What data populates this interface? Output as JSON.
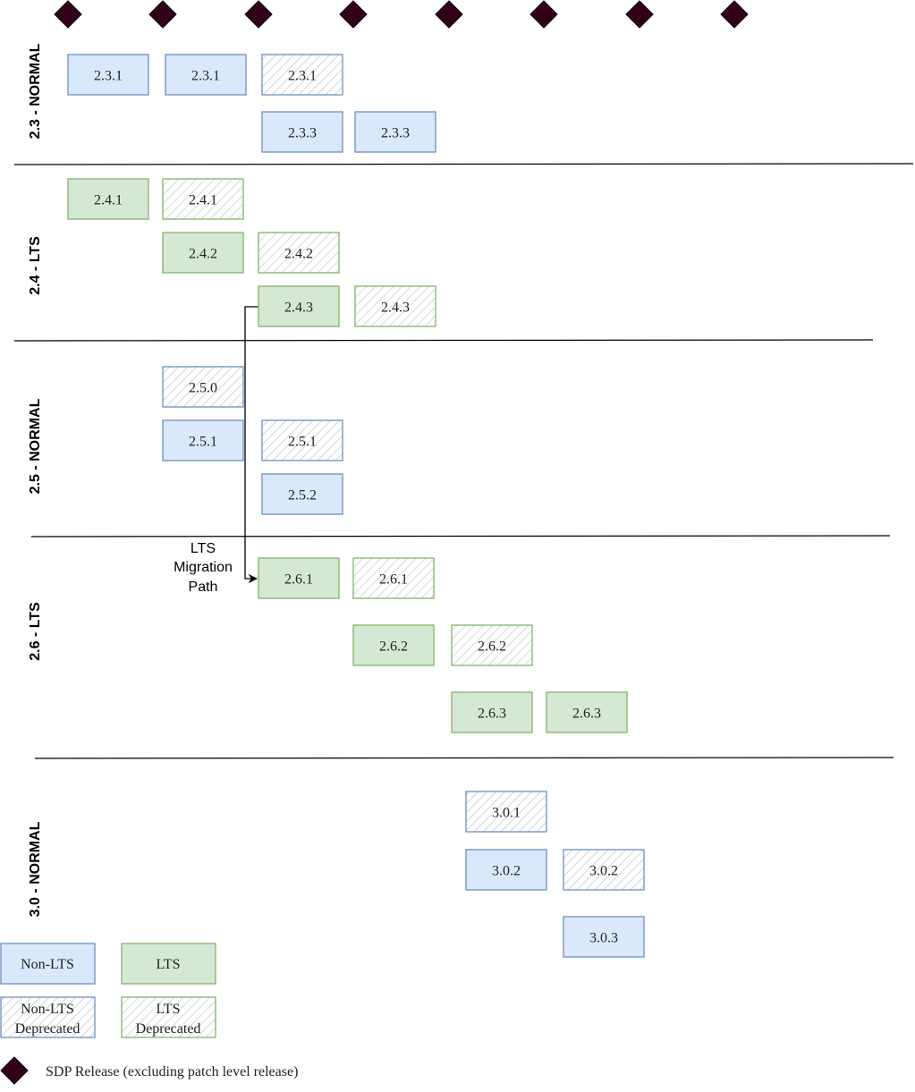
{
  "colors": {
    "non_lts_fill": "#dae8fc",
    "non_lts_stroke": "#6c8ebf",
    "lts_fill": "#d5e8d4",
    "lts_stroke": "#82b366",
    "diamond": "#33001a",
    "line": "#000000"
  },
  "lanes": [
    {
      "id": "2.3",
      "label": "2.3 - NORMAL"
    },
    {
      "id": "2.4",
      "label": "2.4 - LTS"
    },
    {
      "id": "2.5",
      "label": "2.5 - NORMAL"
    },
    {
      "id": "2.6",
      "label": "2.6 - LTS"
    },
    {
      "id": "3.0",
      "label": "3.0 - NORMAL"
    }
  ],
  "releases": [
    {
      "label": "2.3.1",
      "kind": "non-lts"
    },
    {
      "label": "2.3.1",
      "kind": "non-lts"
    },
    {
      "label": "2.3.1",
      "kind": "non-lts-deprecated"
    },
    {
      "label": "2.3.3",
      "kind": "non-lts"
    },
    {
      "label": "2.3.3",
      "kind": "non-lts"
    },
    {
      "label": "2.4.1",
      "kind": "lts"
    },
    {
      "label": "2.4.1",
      "kind": "lts-deprecated"
    },
    {
      "label": "2.4.2",
      "kind": "lts"
    },
    {
      "label": "2.4.2",
      "kind": "lts-deprecated"
    },
    {
      "label": "2.4.3",
      "kind": "lts"
    },
    {
      "label": "2.4.3",
      "kind": "lts-deprecated"
    },
    {
      "label": "2.5.0",
      "kind": "non-lts-deprecated"
    },
    {
      "label": "2.5.1",
      "kind": "non-lts"
    },
    {
      "label": "2.5.1",
      "kind": "non-lts-deprecated"
    },
    {
      "label": "2.5.2",
      "kind": "non-lts"
    },
    {
      "label": "2.6.1",
      "kind": "lts"
    },
    {
      "label": "2.6.1",
      "kind": "lts-deprecated"
    },
    {
      "label": "2.6.2",
      "kind": "lts"
    },
    {
      "label": "2.6.2",
      "kind": "lts-deprecated"
    },
    {
      "label": "2.6.3",
      "kind": "lts"
    },
    {
      "label": "2.6.3",
      "kind": "lts"
    },
    {
      "label": "3.0.1",
      "kind": "non-lts-deprecated"
    },
    {
      "label": "3.0.2",
      "kind": "non-lts"
    },
    {
      "label": "3.0.2",
      "kind": "non-lts-deprecated"
    },
    {
      "label": "3.0.3",
      "kind": "non-lts"
    }
  ],
  "sdp_release_count": 8,
  "migration": {
    "label_lines": [
      "LTS",
      "Migration",
      "Path"
    ],
    "from": "2.4.3",
    "to": "2.6.1"
  },
  "legend": {
    "non_lts": "Non-LTS",
    "lts": "LTS",
    "non_lts_deprecated": [
      "Non-LTS",
      "Deprecated"
    ],
    "lts_deprecated": [
      "LTS",
      "Deprecated"
    ],
    "sdp_release": "SDP Release (excluding patch level release)"
  }
}
